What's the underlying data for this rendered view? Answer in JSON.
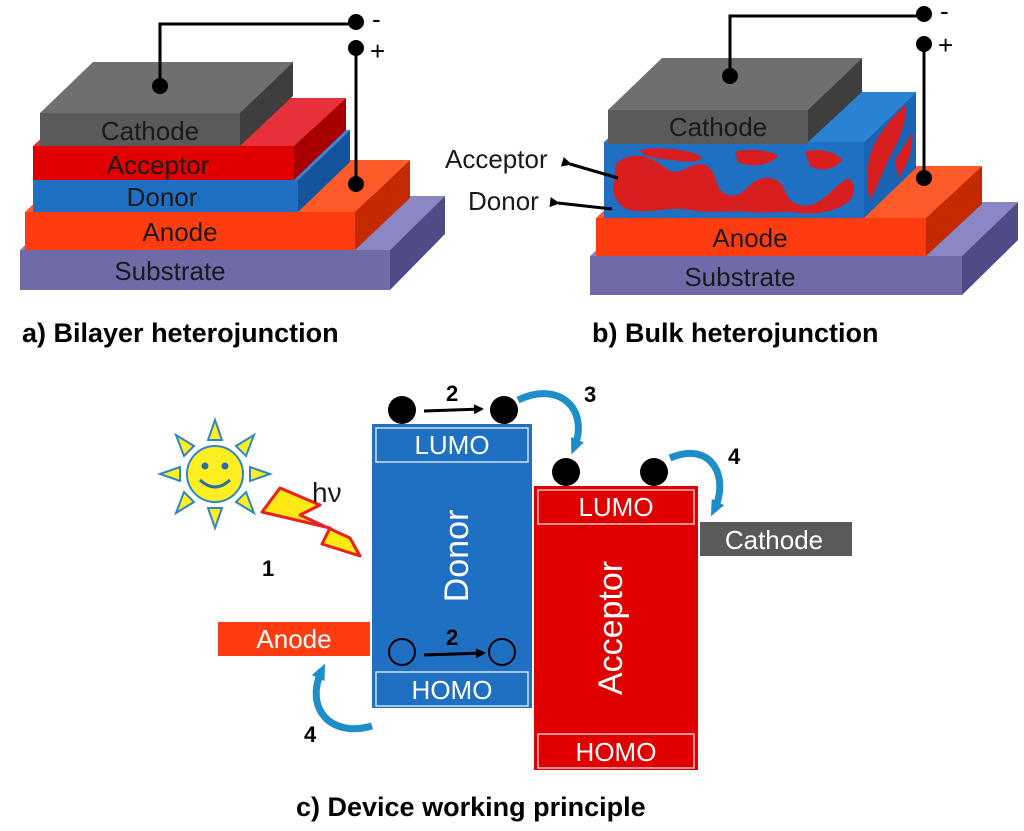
{
  "panel_a": {
    "layers": {
      "cathode": "Cathode",
      "acceptor": "Acceptor",
      "donor": "Donor",
      "anode": "Anode",
      "substrate": "Substrate"
    },
    "terminal_minus": "-",
    "terminal_plus": "+",
    "caption": "a) Bilayer heterojunction"
  },
  "panel_b": {
    "layers": {
      "cathode": "Cathode",
      "anode": "Anode",
      "substrate": "Substrate"
    },
    "pointer_acceptor": "Acceptor",
    "pointer_donor": "Donor",
    "terminal_minus": "-",
    "terminal_plus": "+",
    "caption": "b) Bulk heterojunction"
  },
  "panel_c": {
    "donor": {
      "name": "Donor",
      "lumo": "LUMO",
      "homo": "HOMO"
    },
    "acceptor": {
      "name": "Acceptor",
      "lumo": "LUMO",
      "homo": "HOMO"
    },
    "anode": "Anode",
    "cathode": "Cathode",
    "photon": "hν",
    "step_1": "1",
    "step_2_top": "2",
    "step_2_bottom": "2",
    "step_3": "3",
    "step_4_right": "4",
    "step_4_left": "4",
    "caption": "c) Device working principle"
  },
  "colors": {
    "cathode": "#5a5a5a",
    "acceptor": "#e00000",
    "donor": "#1f6fc2",
    "anode": "#ff3c10",
    "substrate": "#6e6ba8",
    "arrow": "#1e8ec8",
    "sun": "#ffee20"
  }
}
